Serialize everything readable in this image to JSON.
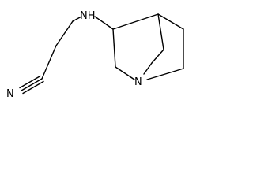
{
  "molecule": {
    "atoms": {
      "nitrile_n": "N",
      "amine_nh": "NH",
      "ring_n": "N"
    },
    "colors": {
      "bond": "#000000",
      "label": "#000000",
      "background": "#ffffff"
    }
  }
}
